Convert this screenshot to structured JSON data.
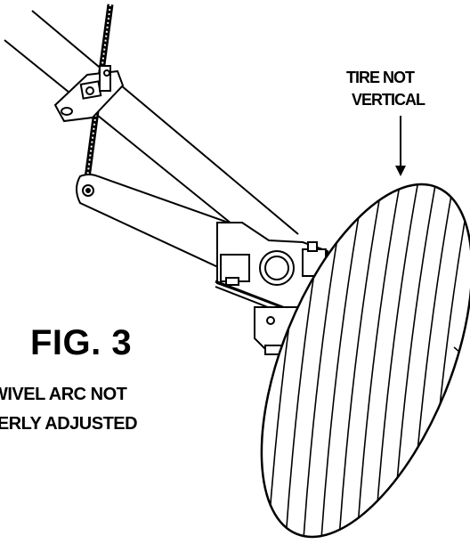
{
  "figure": {
    "title": "FIG. 3",
    "subtitle_line1": "WIVEL ARC NOT",
    "subtitle_line2": "PERLY ADJUSTED"
  },
  "callout": {
    "line1": "TIRE NOT",
    "line2": "VERTICAL"
  }
}
